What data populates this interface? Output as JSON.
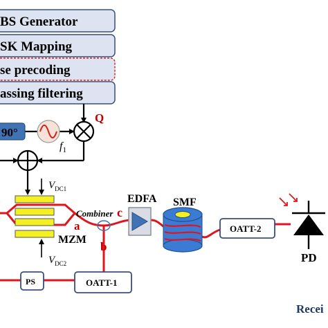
{
  "blocks": {
    "prbs_generator": "BS  Generator",
    "qpsk_mapping": "SK Mapping",
    "phase_precoding": "se precoding",
    "filtering": "assing  filtering"
  },
  "labels": {
    "q": "Q",
    "phase_90": "90°",
    "f1": "f",
    "f1_sub": "1",
    "vdc1": "V",
    "vdc1_sub": "DC1",
    "vdc2": "V",
    "vdc2_sub": "DC2",
    "a": "a",
    "b": "b",
    "c": "c",
    "combiner": "Combiner",
    "mzm": "MZM",
    "edfa": "EDFA",
    "smf": "SMF",
    "oatt2": "OATT-2",
    "oatt1": "OATT-1",
    "ps": "PS",
    "pd": "PD",
    "receiver": "Recei"
  },
  "icons": {
    "mixer": "mixer-icon",
    "adder": "adder-icon",
    "oscillator": "sine-oscillator-icon",
    "amplifier": "amplifier-triangle-icon",
    "fiber_spool": "fiber-spool-icon",
    "photodiode": "photodiode-icon",
    "light_arrows": "incident-light-arrows-icon"
  },
  "colors": {
    "block_fill": "#dde3f0",
    "block_stroke": "#3a4e7a",
    "phase_block_stroke": "#d02020",
    "fiber": "#e0141c",
    "electrode_fill": "#f4f022",
    "phase_fill": "#3f73b4",
    "osc_fill": "#f7e2d8",
    "spool_fill": "#3c7bd4",
    "edfa_fill": "#d9dde3",
    "receiver_text": "#1f3864",
    "label_red": "#c00000"
  }
}
